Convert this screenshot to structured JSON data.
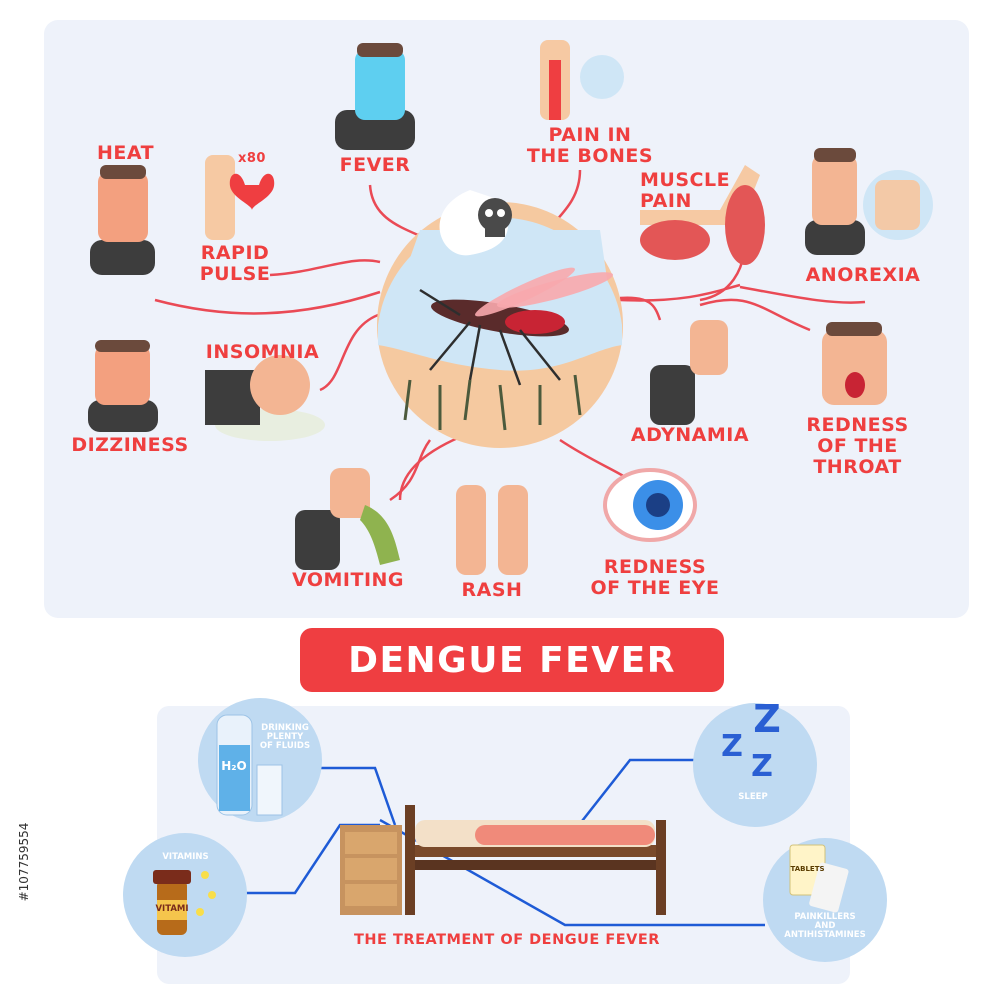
{
  "title": "DENGUE FEVER",
  "symptoms": {
    "heat": "HEAT",
    "rapid_pulse": "RAPID\nPULSE",
    "pulse_count": "x80",
    "fever": "FEVER",
    "bone_pain": "PAIN IN\nTHE BONES",
    "muscle_pain": "MUSCLE\nPAIN",
    "anorexia": "ANOREXIA",
    "insomnia": "INSOMNIA",
    "dizziness": "DIZZINESS",
    "adynamia": "ADYNAMIA",
    "throat": "REDNESS\nOF THE\nTHROAT",
    "vomiting": "VOMITING",
    "rash": "RASH",
    "eye": "REDNESS\nOF THE EYE"
  },
  "treatment": {
    "fluids": "DRINKING\nPLENTY\nOF FLUIDS",
    "h2o": "H₂O",
    "vitamins": "VITAMINS",
    "vitamin_bottle": "VITAMI",
    "sleep": "SLEEP",
    "zzz": "Z",
    "painkillers": "PAINKILLERS\nAND\nANTIHISTAMINES",
    "tablets": "TABLETS",
    "footer": "THE TREATMENT OF DENGUE FEVER"
  },
  "watermark": "#107759554",
  "colors": {
    "accent_red": "#ef3e41",
    "panel_bg": "#eef2fa",
    "line_blue": "#1e5bd6",
    "circle_blue": "#bfdaf2"
  }
}
